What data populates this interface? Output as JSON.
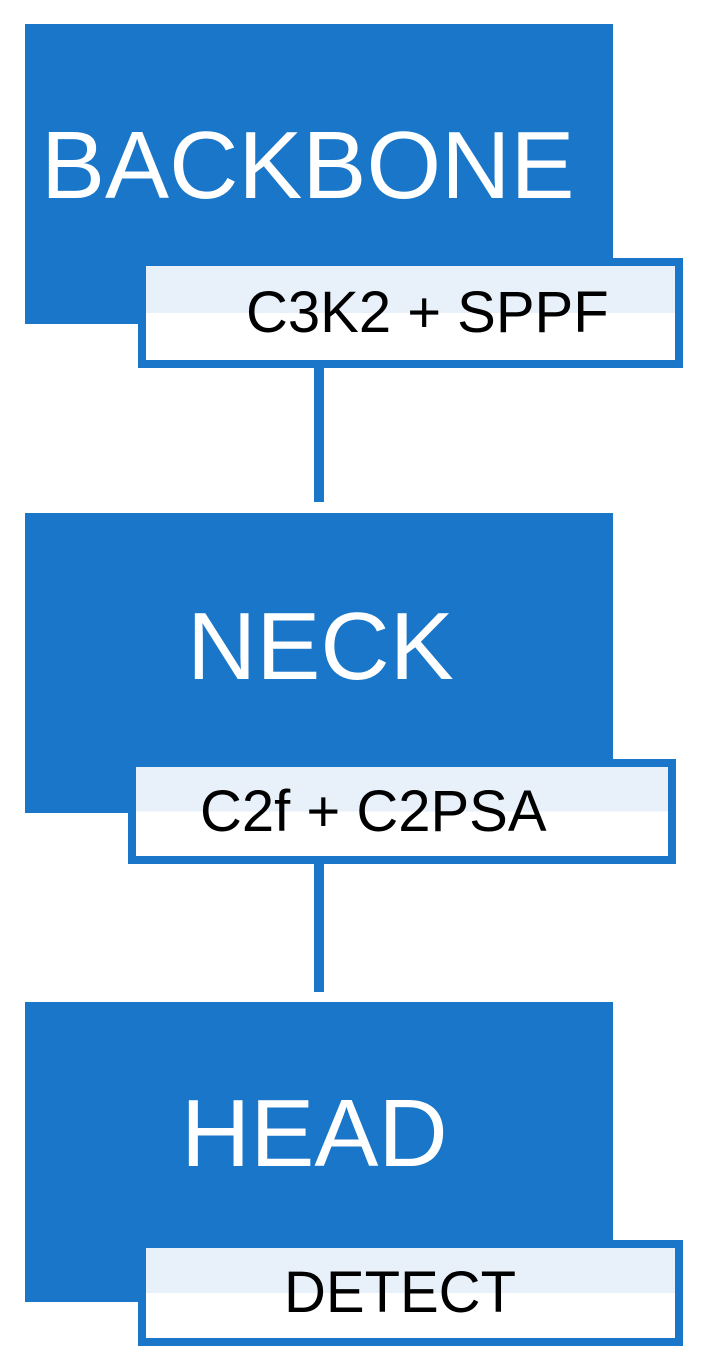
{
  "colors": {
    "block_fill": "#1976c8",
    "block_text": "#ffffff",
    "sub_border": "#1976c8",
    "sub_fill_top": "#e8f0fa",
    "sub_fill_bottom": "#ffffff",
    "sub_text": "#000000"
  },
  "blocks": [
    {
      "title": "BACKBONE",
      "detail": "C3K2 + SPPF"
    },
    {
      "title": "NECK",
      "detail": "C2f + C2PSA"
    },
    {
      "title": "HEAD",
      "detail": "DETECT"
    }
  ]
}
